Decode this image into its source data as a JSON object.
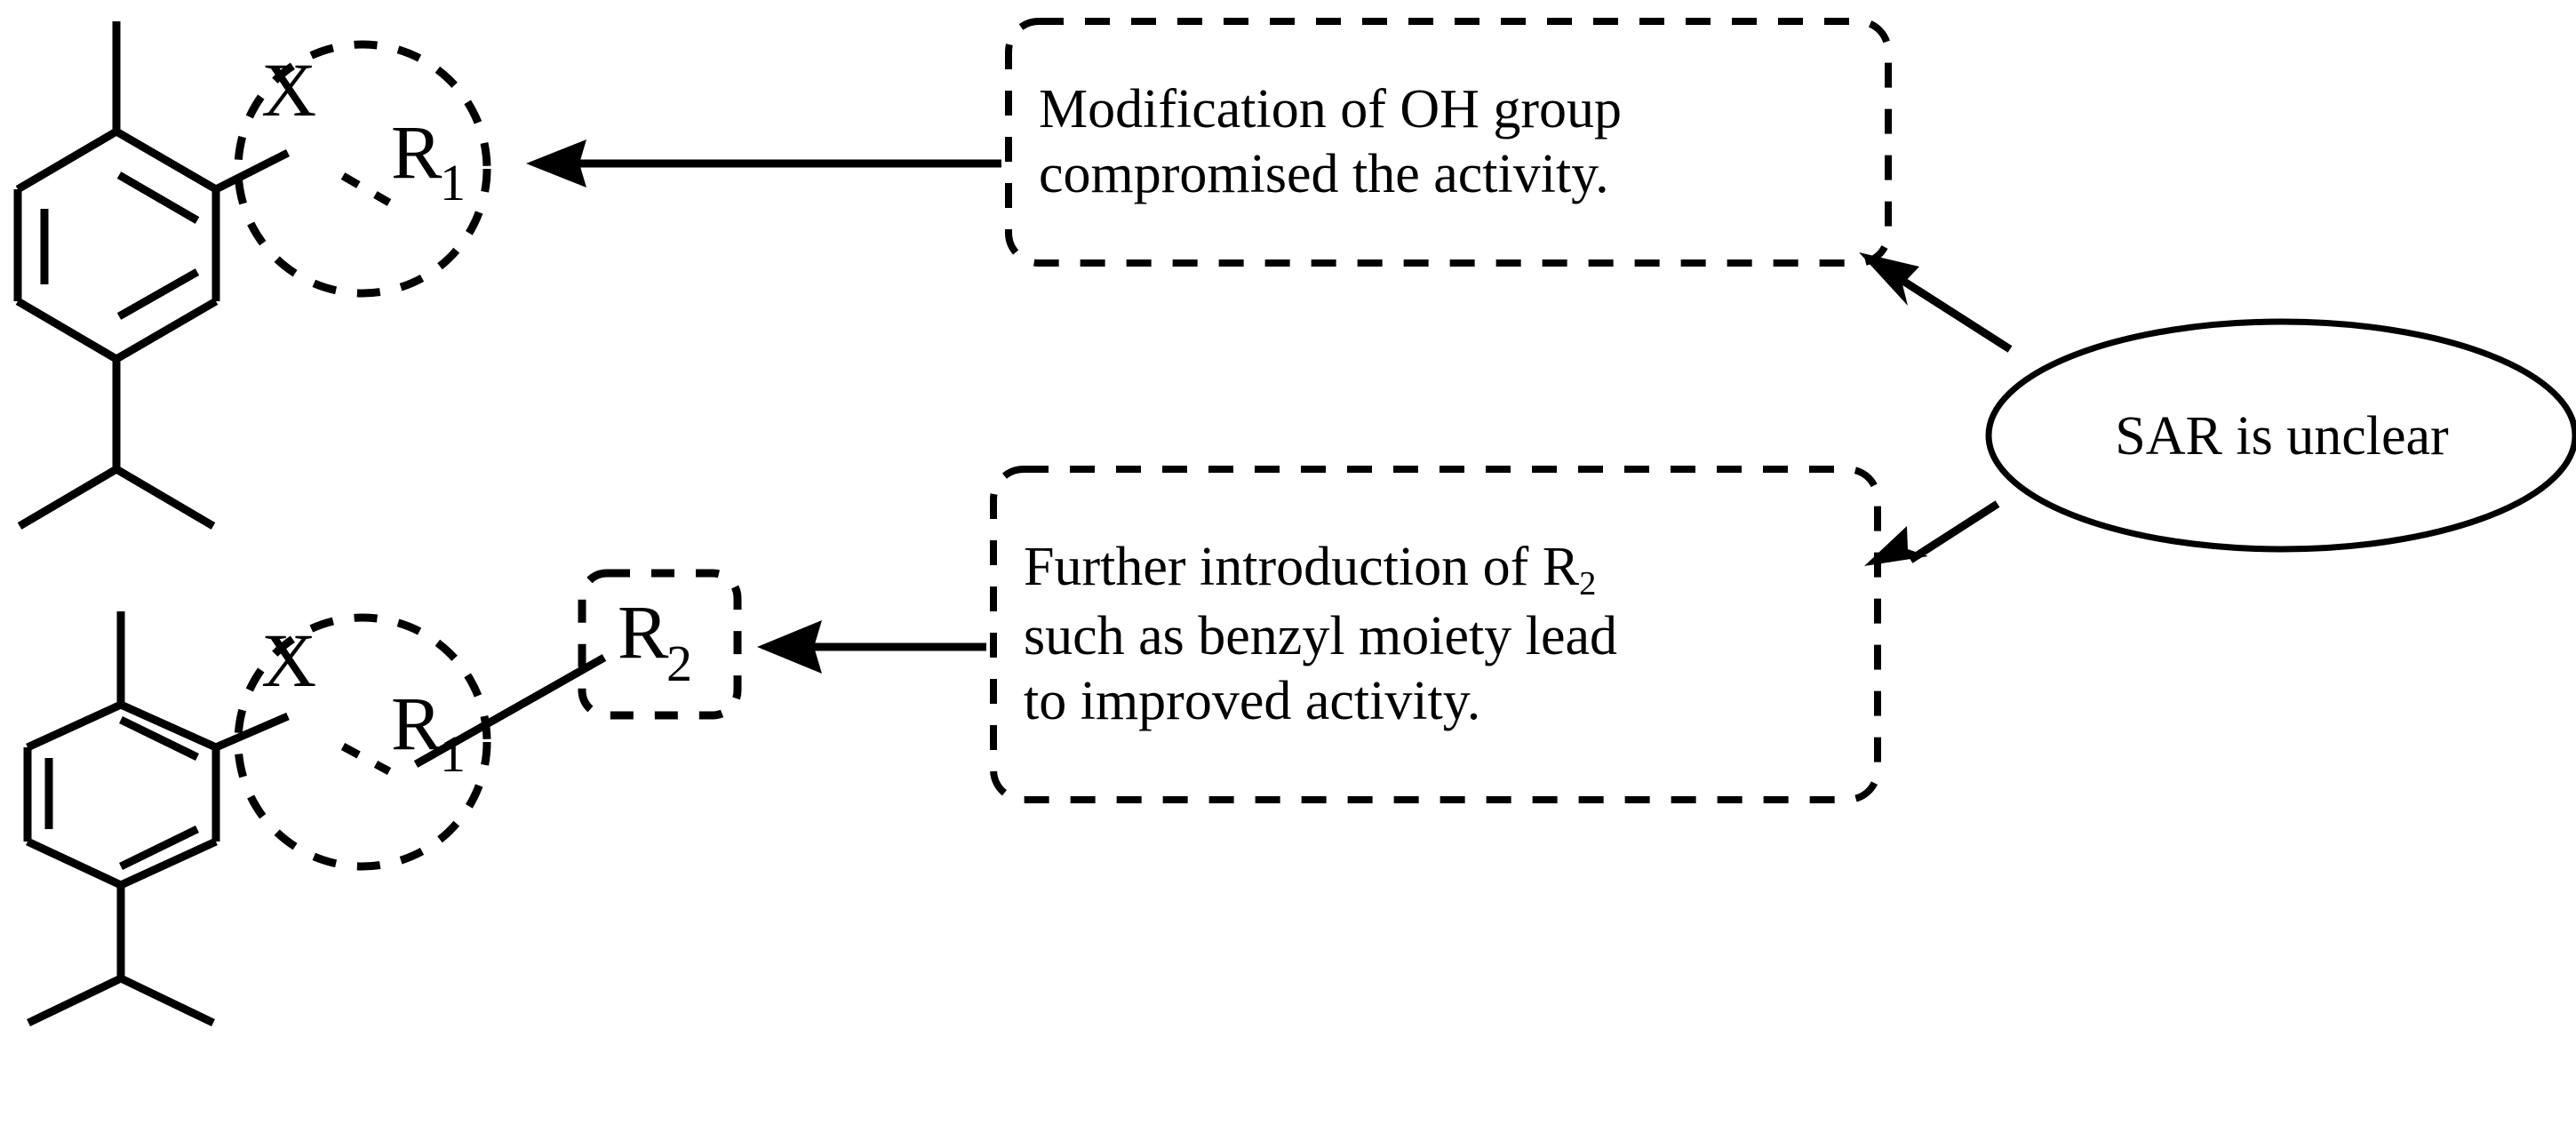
{
  "diagram": {
    "title": "SAR summary schematic",
    "background_color": "#ffffff",
    "stroke_color": "#000000"
  },
  "structures": [
    {
      "name": "top-scaffold",
      "core": "para-substituted aromatic ring with methyl and isopropyl",
      "substituent_labels": [
        "X",
        "R",
        "1"
      ],
      "highlight": "dashed-circle"
    },
    {
      "name": "bottom-scaffold",
      "core": "para-substituted aromatic ring with methyl and isopropyl",
      "substituent_labels": [
        "X",
        "R",
        "1"
      ],
      "extra_label": [
        "R",
        "2"
      ],
      "highlight": "dashed-circle"
    }
  ],
  "labels": {
    "x_atom": "X",
    "r_letter": "R",
    "r1_sub": "1",
    "r2_sub": "2"
  },
  "callouts": [
    {
      "id": "callout-oh",
      "lines": [
        "Modification of OH group",
        "compromised the activity."
      ]
    },
    {
      "id": "callout-r2",
      "lines": [
        "Further introduction of R₂",
        "such as benzyl moiety lead",
        "to improved activity."
      ],
      "line1_pre": "Further introduction of R",
      "line1_sub": "2",
      "line2": "such as benzyl moiety lead",
      "line3": "to improved activity."
    }
  ],
  "ellipse": {
    "id": "sar-bubble",
    "text": "SAR is unclear"
  },
  "r2_tag": {
    "letter": "R",
    "sub": "2"
  },
  "arrows": [
    {
      "name": "arrow-callout-oh-to-top-scaffold",
      "direction": "left"
    },
    {
      "name": "arrow-callout-r2-to-r2-tag",
      "direction": "left"
    },
    {
      "name": "arrow-bubble-to-callout-oh",
      "direction": "up-left"
    },
    {
      "name": "arrow-bubble-to-callout-r2",
      "direction": "down-left"
    }
  ]
}
